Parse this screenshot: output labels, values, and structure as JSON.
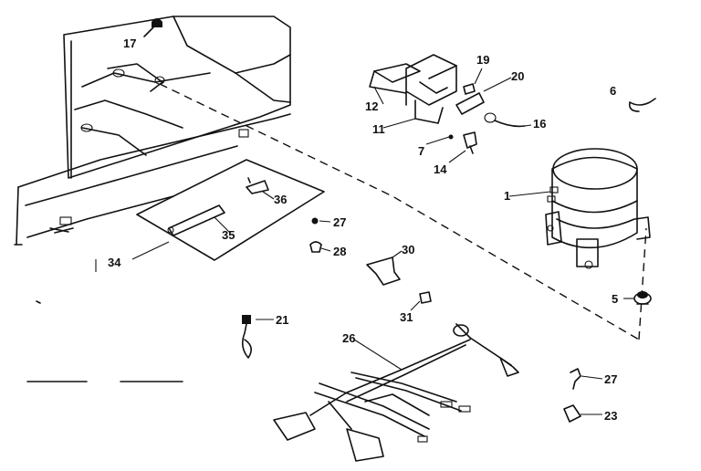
{
  "diagram": {
    "callouts": [
      {
        "key": "p17",
        "label": "17"
      },
      {
        "key": "p12",
        "label": "12"
      },
      {
        "key": "p11",
        "label": "11"
      },
      {
        "key": "p19",
        "label": "19"
      },
      {
        "key": "p20",
        "label": "20"
      },
      {
        "key": "p16",
        "label": "16"
      },
      {
        "key": "p7",
        "label": "7"
      },
      {
        "key": "p14",
        "label": "14"
      },
      {
        "key": "p6",
        "label": "6"
      },
      {
        "key": "p1",
        "label": "1"
      },
      {
        "key": "p36",
        "label": "36"
      },
      {
        "key": "p35",
        "label": "35"
      },
      {
        "key": "p34",
        "label": "34"
      },
      {
        "key": "p27a",
        "label": "27"
      },
      {
        "key": "p28",
        "label": "28"
      },
      {
        "key": "p30",
        "label": "30"
      },
      {
        "key": "p31",
        "label": "31"
      },
      {
        "key": "p5",
        "label": "5"
      },
      {
        "key": "p21",
        "label": "21"
      },
      {
        "key": "p26",
        "label": "26"
      },
      {
        "key": "p27b",
        "label": "27"
      },
      {
        "key": "p23",
        "label": "23"
      }
    ]
  }
}
